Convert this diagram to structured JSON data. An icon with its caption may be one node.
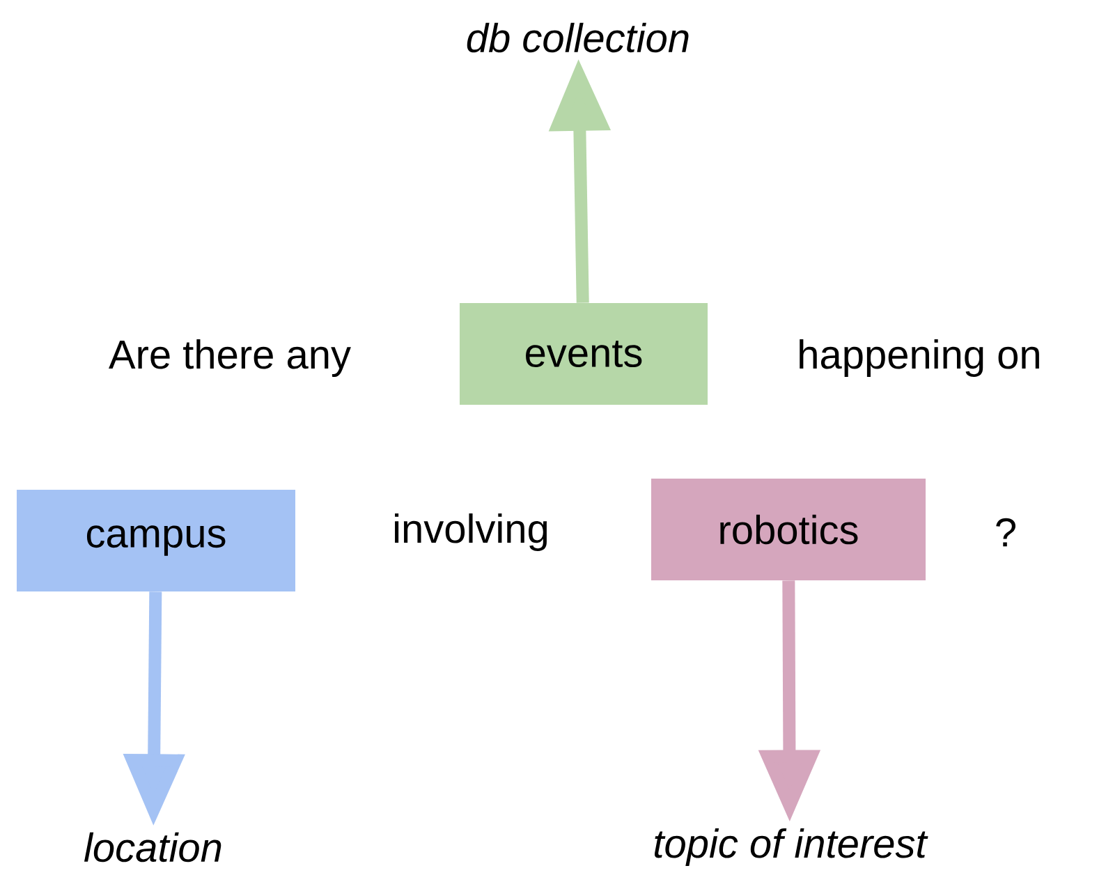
{
  "diagram": {
    "nodes": [
      {
        "text": [
          "db collection"
        ]
      },
      {
        "text": [
          "events"
        ]
      },
      {
        "text": [
          "campus"
        ]
      },
      {
        "text": [
          "robotics"
        ]
      },
      {
        "text": [
          "location"
        ]
      },
      {
        "text": [
          "topic of interest"
        ]
      }
    ],
    "edges": [
      {
        "from": 1,
        "to": 0,
        "arrow": "to",
        "color": "#b6d7a8"
      },
      {
        "from": 2,
        "to": 4,
        "arrow": "to",
        "color": "#a4c2f4"
      },
      {
        "from": 3,
        "to": 5,
        "arrow": "to",
        "color": "#d5a6bd"
      }
    ],
    "labels": [
      "Are there any",
      "happening on",
      "involving",
      "?"
    ]
  }
}
